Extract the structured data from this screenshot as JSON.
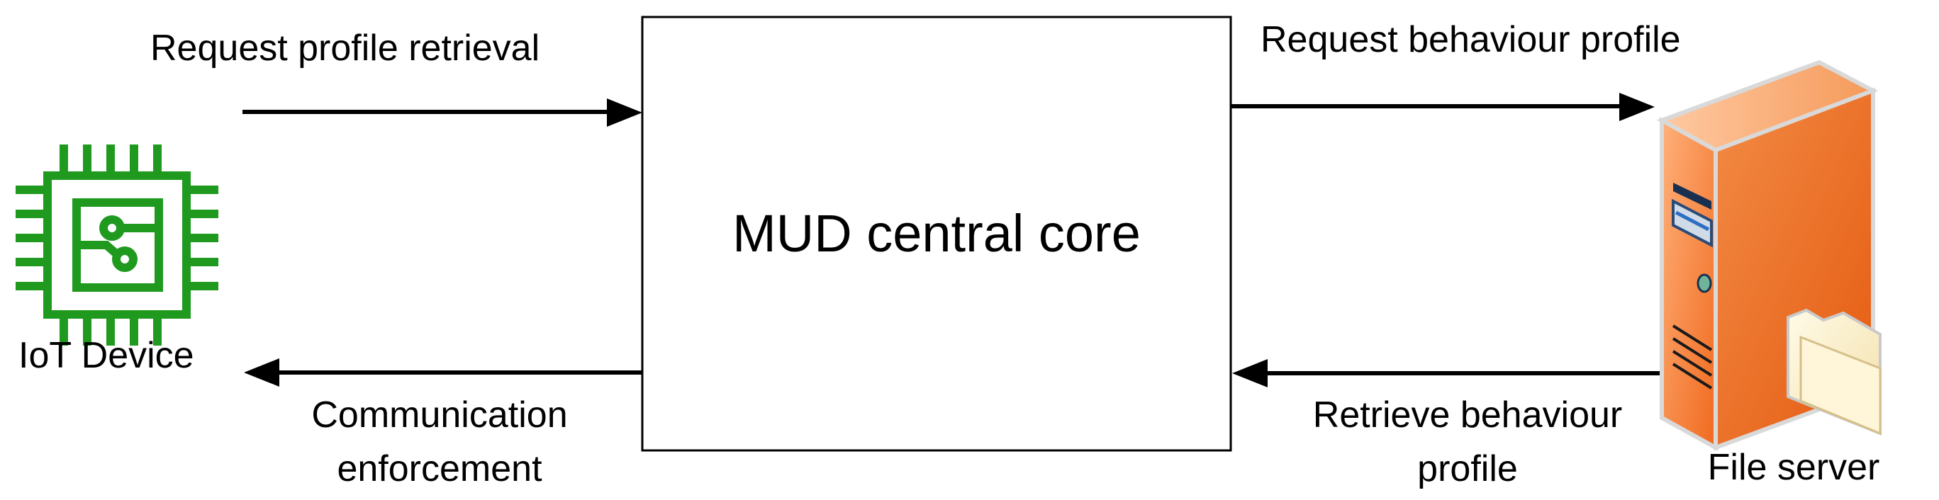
{
  "core": {
    "label": "MUD central core"
  },
  "devices": {
    "iot_device": {
      "label": "IoT Device",
      "icon": "chip-icon",
      "color": "#1f9a1f"
    },
    "file_server": {
      "label": "File server",
      "icon": "server-icon",
      "color": "#f07a32"
    }
  },
  "arrows": {
    "request_profile_retrieval": "Request profile retrieval",
    "request_behaviour_profile": "Request behaviour profile",
    "retrieve_behaviour_profile_line1": "Retrieve behaviour",
    "retrieve_behaviour_profile_line2": "profile",
    "communication_enforcement_line1": "Communication",
    "communication_enforcement_line2": "enforcement"
  }
}
